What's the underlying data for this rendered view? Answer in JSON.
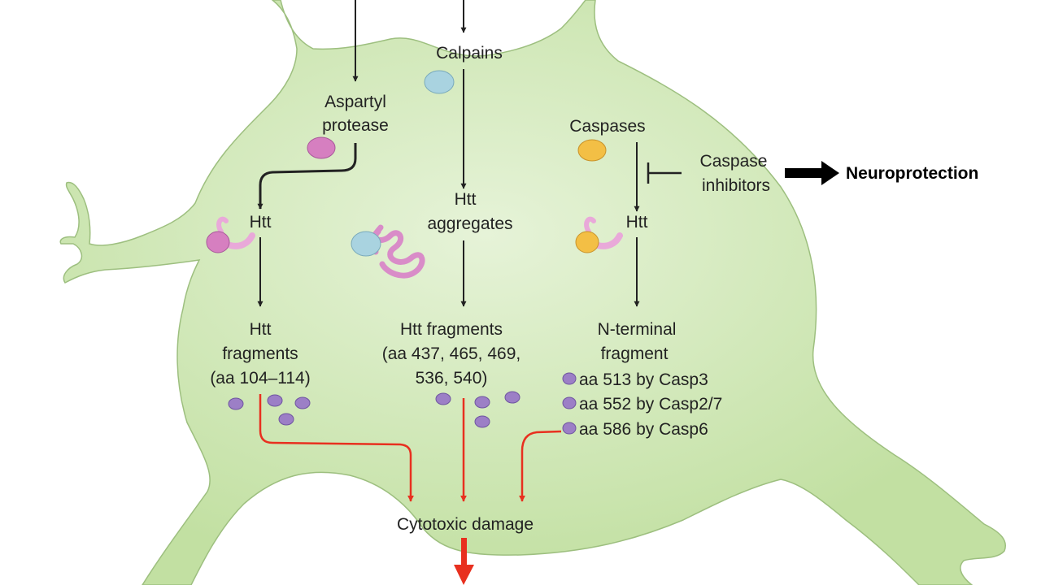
{
  "colors": {
    "cell_fill": "#c6e3a8",
    "cell_stroke": "#8fb56f",
    "calpain": "#a9d3e0",
    "aspartyl_protease": "#d67fc0",
    "caspase": "#f3bf45",
    "htt_tail": "#e9a9d9",
    "fragment_dot": "#9c7fc6",
    "toxic_arrow": "#e8301f",
    "arrow": "#222222"
  },
  "labels": {
    "calpains": "Calpains",
    "aspartyl_1": "Aspartyl",
    "aspartyl_2": "protease",
    "caspases": "Caspases",
    "caspase_inhibitors_1": "Caspase",
    "caspase_inhibitors_2": "inhibitors",
    "neuroprotection": "Neuroprotection",
    "htt_left": "Htt",
    "htt_agg_1": "Htt",
    "htt_agg_2": "aggregates",
    "htt_right": "Htt",
    "frag_left_1": "Htt",
    "frag_left_2": "fragments",
    "frag_left_3": "(aa 104–114)",
    "frag_mid_1": "Htt fragments",
    "frag_mid_2": "(aa 437, 465, 469,",
    "frag_mid_3": "536, 540)",
    "frag_right_1": "N-terminal",
    "frag_right_2": "fragment",
    "casp_sites": [
      "aa 513 by Casp3",
      "aa 552 by Casp2/7",
      "aa 586 by Casp6"
    ],
    "cytotoxic": "Cytotoxic damage"
  }
}
